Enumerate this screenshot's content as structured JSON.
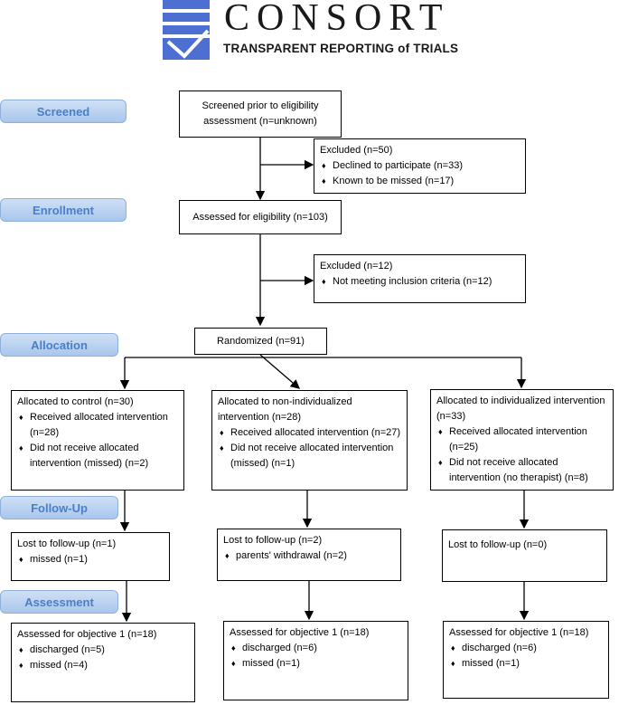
{
  "stages": {
    "screened": "Screened",
    "enrollment": "Enrollment",
    "allocation": "Allocation",
    "followup": "Follow-Up",
    "assessment": "Assessment"
  },
  "logo": {
    "word": "CONSORT",
    "tagline": "TRANSPARENT REPORTING of TRIALS"
  },
  "boxes": {
    "screened": "Screened prior to eligibility assessment (n=unknown)",
    "excluded1": {
      "title": "Excluded (n=50)",
      "items": [
        "Declined to participate (n=33)",
        "Known to be missed (n=17)"
      ]
    },
    "assessed": "Assessed for eligibility (n=103)",
    "excluded2": {
      "title": "Excluded (n=12)",
      "items": [
        "Not meeting inclusion criteria (n=12)"
      ]
    },
    "randomized": "Randomized (n=91)",
    "arm1": {
      "title": "Allocated to control (n=30)",
      "items": [
        "Received allocated intervention (n=28)",
        "Did not receive allocated intervention (missed) (n=2)"
      ],
      "lost": "Lost to follow-up (n=1)",
      "lost_items": [
        "missed (n=1)"
      ],
      "assessed": "Assessed for objective 1 (n=18)",
      "assessed_items": [
        "discharged (n=5)",
        "missed (n=4)"
      ]
    },
    "arm2": {
      "title": "Allocated to non-individualized intervention (n=28)",
      "items": [
        "Received allocated intervention (n=27)",
        "Did not receive allocated intervention (missed) (n=1)"
      ],
      "lost": "Lost to follow-up (n=2)",
      "lost_items": [
        "parents' withdrawal (n=2)"
      ],
      "assessed": "Assessed for objective 1 (n=18)",
      "assessed_items": [
        "discharged (n=6)",
        "missed (n=1)"
      ]
    },
    "arm3": {
      "title": "Allocated to individualized intervention (n=33)",
      "items": [
        "Received allocated intervention (n=25)",
        "Did not receive allocated intervention (no therapist) (n=8)"
      ],
      "lost": "Lost to follow-up (n=0)",
      "lost_items": [],
      "assessed": "Assessed for objective 1 (n=18)",
      "assessed_items": [
        "discharged (n=6)",
        "missed (n=1)"
      ]
    }
  }
}
